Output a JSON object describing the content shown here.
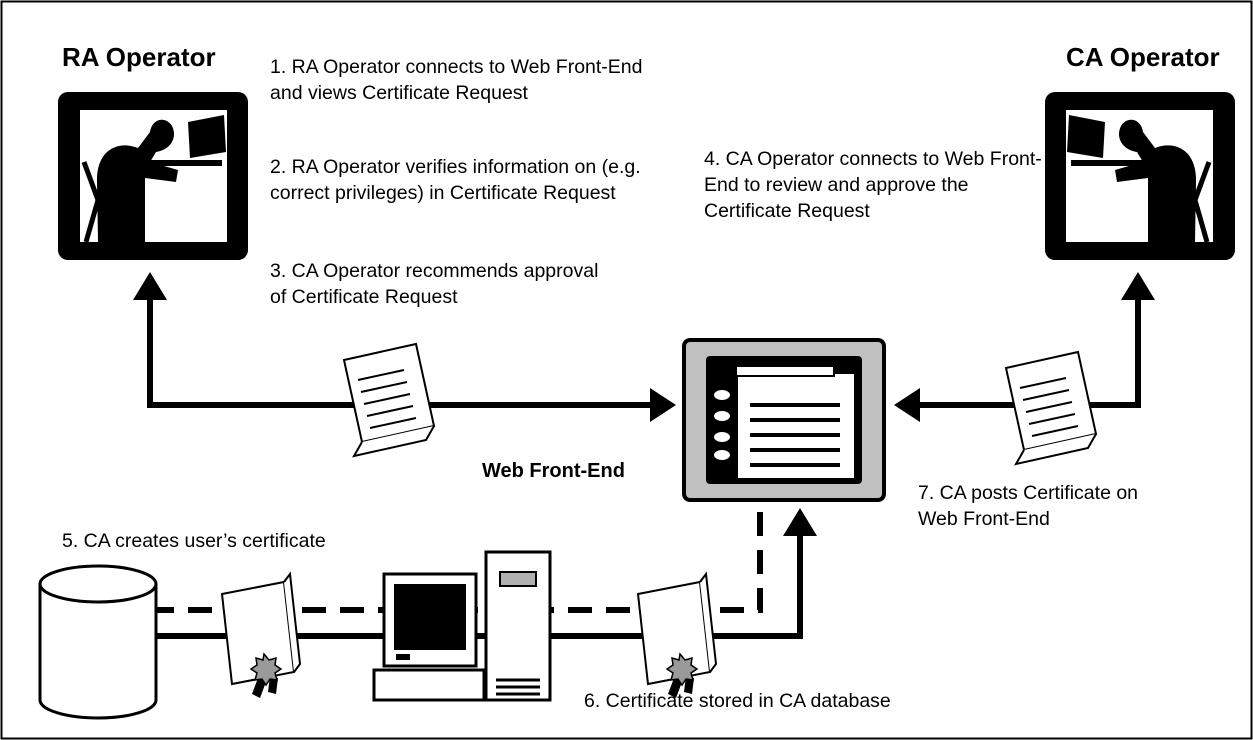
{
  "titles": {
    "ra_operator": "RA Operator",
    "ca_operator": "CA Operator",
    "web_front_end": "Web Front-End"
  },
  "steps": {
    "s1": "1. RA Operator connects to Web Front-End and views Certificate Request",
    "s2": "2. RA Operator verifies information on (e.g. correct privileges) in Certificate Request",
    "s3": "3. CA Operator recommends approval of Certificate Request",
    "s4": "4. CA Operator connects to Web Front-End to review and approve the Certificate Request",
    "s5": "5. CA creates user’s certificate",
    "s6": "6. Certificate stored in CA database",
    "s7": "7. CA posts Certificate on Web Front-End"
  },
  "icons": {
    "ra_operator": "operator-at-workstation-icon",
    "ca_operator": "operator-at-workstation-icon",
    "web_front_end": "web-page-icon",
    "database": "database-cylinder-icon",
    "server": "server-computer-icon",
    "request_document": "document-icon",
    "certificate": "certificate-with-seal-icon"
  },
  "colors": {
    "line": "#000000",
    "panel_fill": "#c0c0c0",
    "seal": "#9a9a9a"
  }
}
